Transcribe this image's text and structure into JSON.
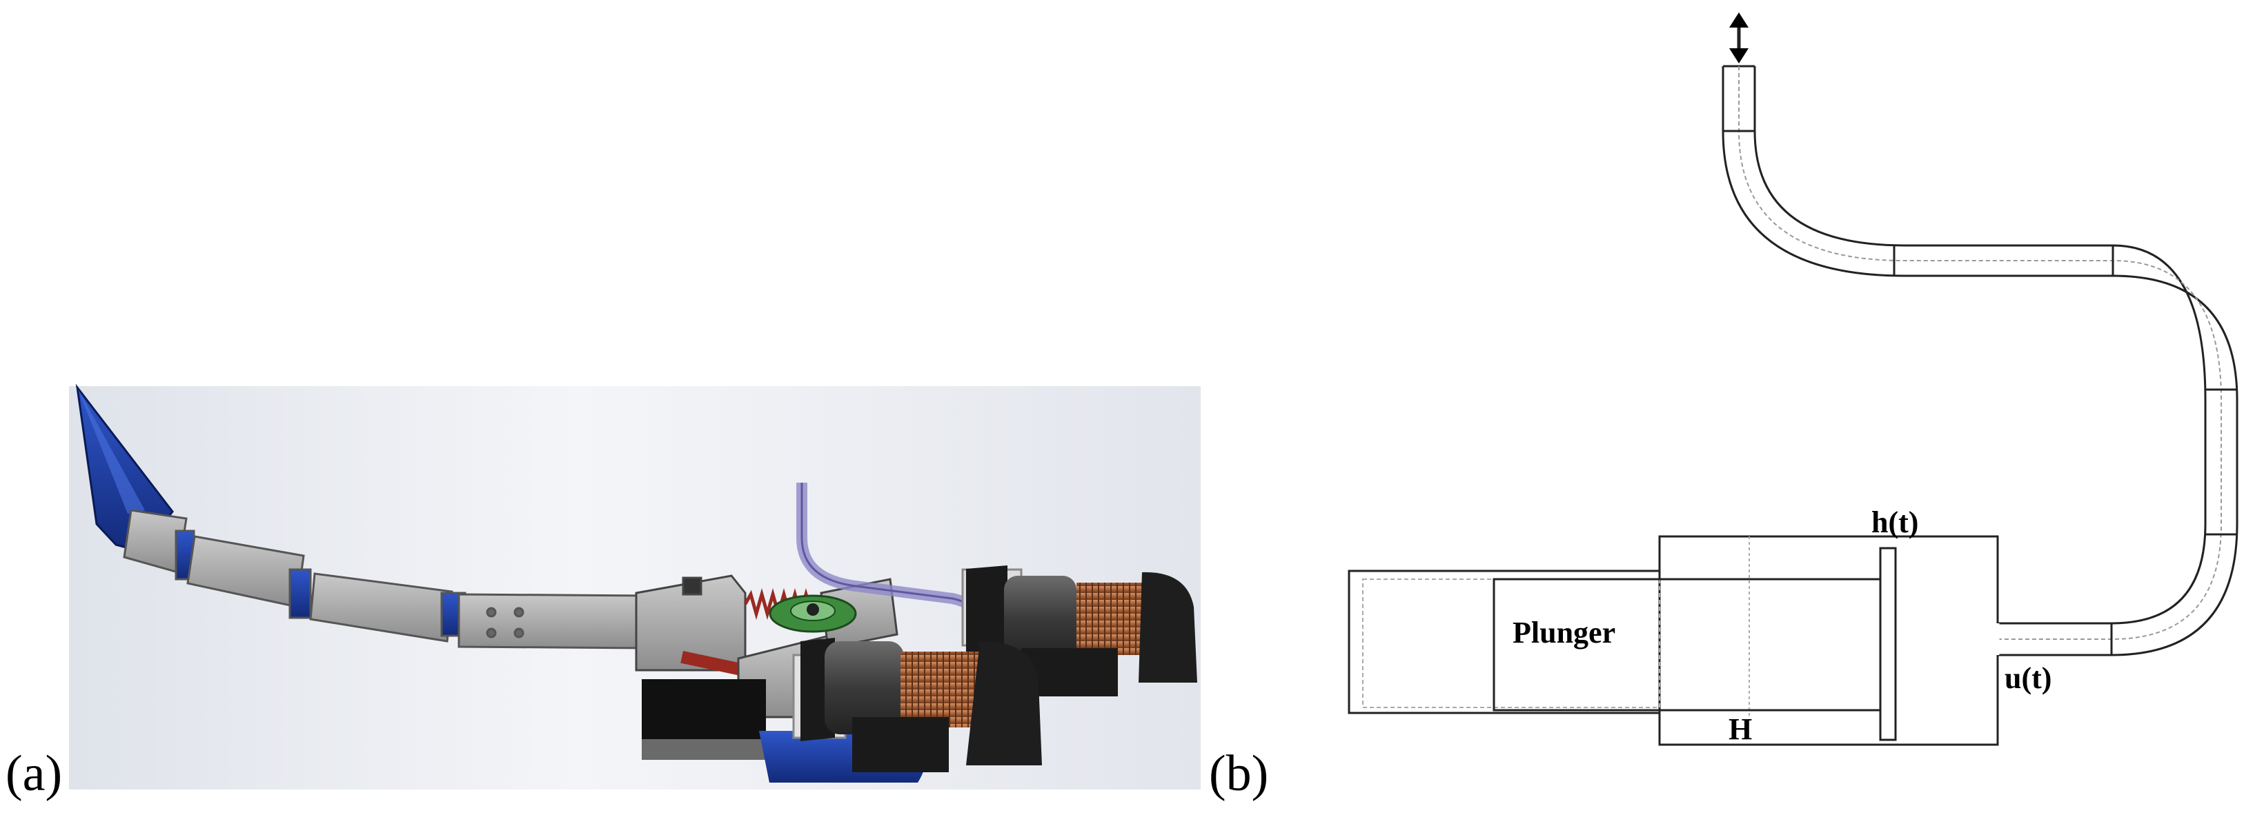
{
  "panels": {
    "a": {
      "label": "(a)"
    },
    "b": {
      "label": "(b)"
    }
  },
  "schematic": {
    "plunger_label": "Plunger",
    "h_label": "h(t)",
    "H_label": "H",
    "u_label": "u(t)"
  },
  "colors": {
    "finger_blue": "#1a3a9a",
    "segment_gray": "#a0a0a0",
    "motor_dark": "#2e2e2e",
    "coil_copper": "#b87046",
    "spring_red": "#9a2a20",
    "tube_lavender": "#8f88c8",
    "bearing_green": "#3d8c3d"
  }
}
